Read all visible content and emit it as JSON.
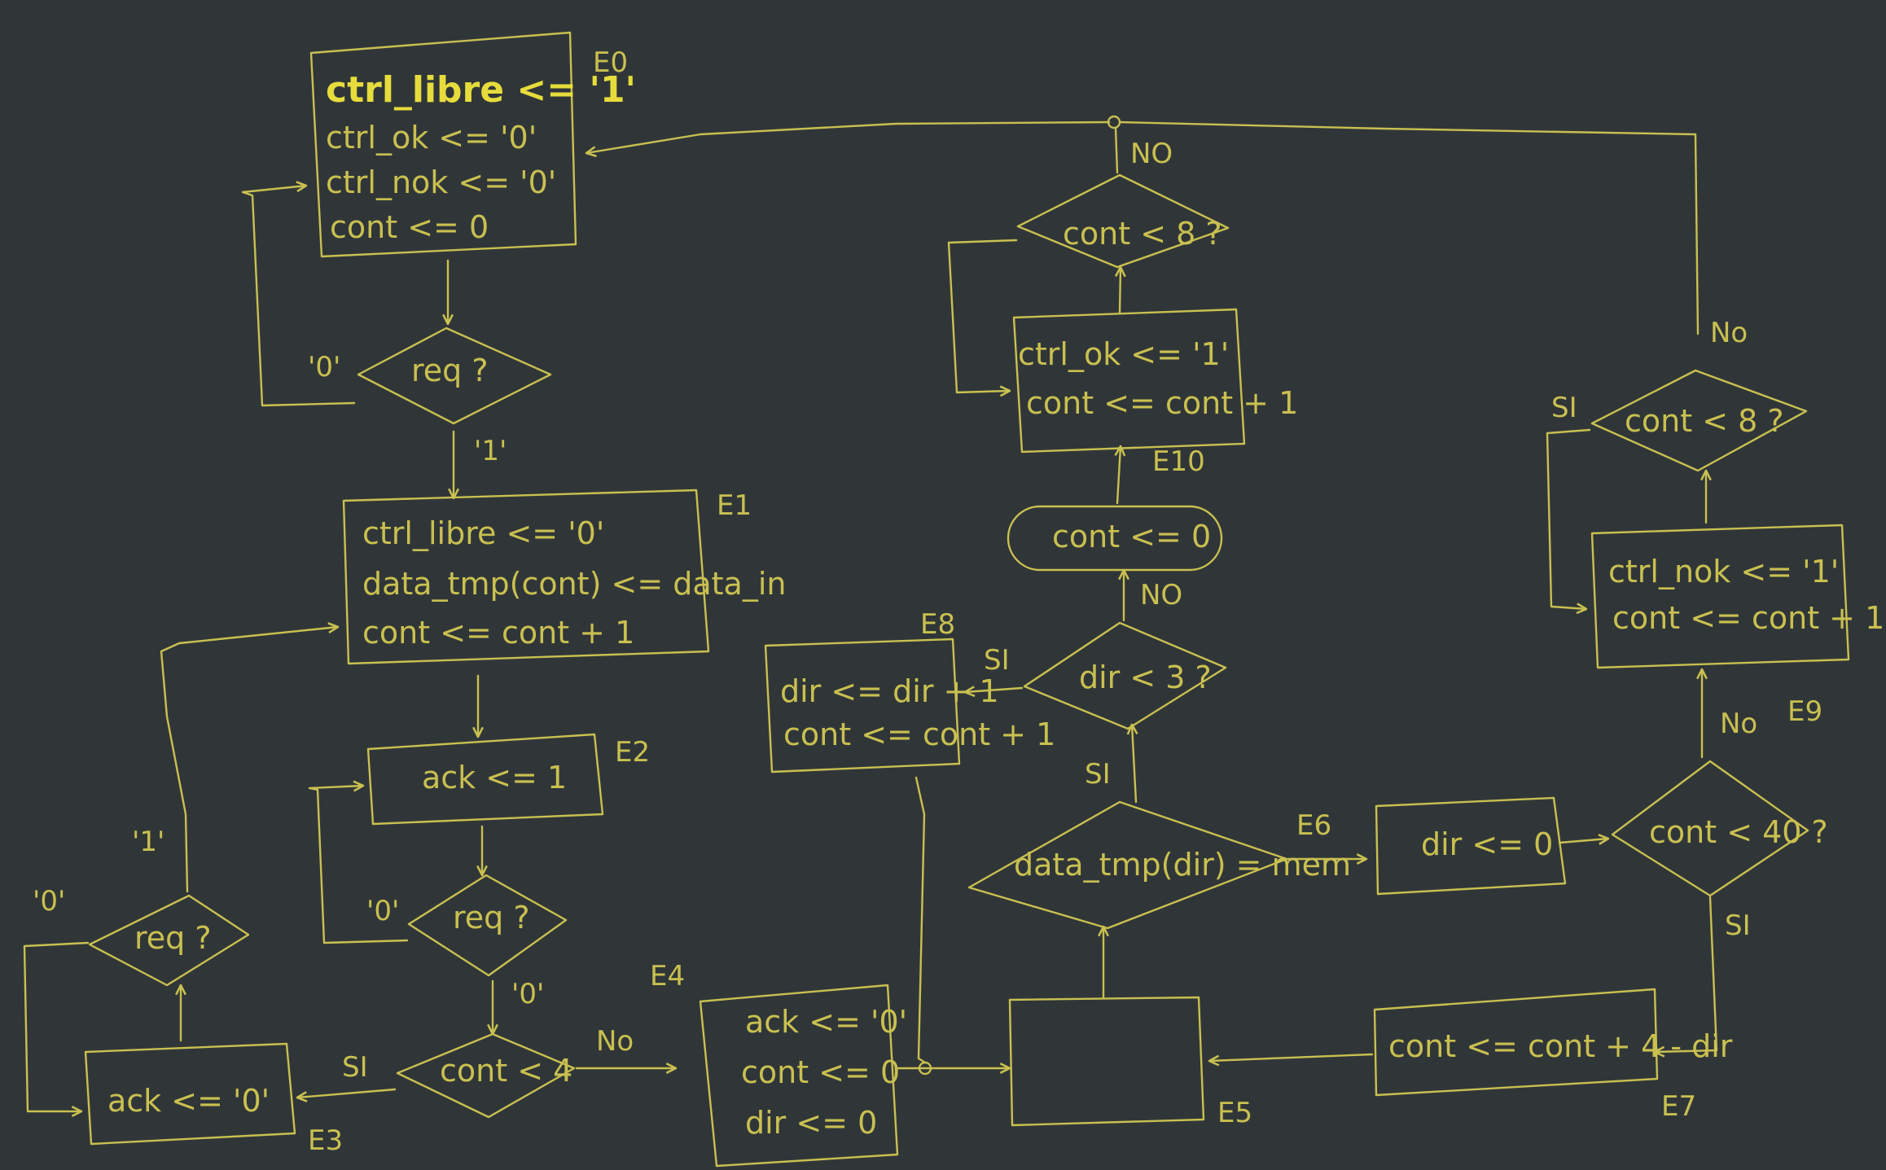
{
  "states": {
    "e0": {
      "tag": "E0",
      "line1": "ctrl_libre <= '1'",
      "line2": "ctrl_ok <= '0'",
      "line3": "ctrl_nok <= '0'",
      "line4": "cont <= 0"
    },
    "e1": {
      "tag": "E1",
      "line1": "ctrl_libre <= '0'",
      "line2": "data_tmp(cont) <= data_in",
      "line3": "cont <= cont + 1"
    },
    "e2": {
      "tag": "E2",
      "line1": "ack <= 1"
    },
    "e3": {
      "tag": "E3",
      "line1": "ack <= '0'"
    },
    "e4": {
      "tag": "E4",
      "line1": "ack <= '0'",
      "line2": "cont <= 0",
      "line3": "dir <= 0"
    },
    "e5": {
      "tag": "E5"
    },
    "e6": {
      "tag": "E6",
      "line1": "dir <= 0"
    },
    "e7": {
      "tag": "E7",
      "line1": "cont <= cont + 4 - dir"
    },
    "e8": {
      "tag": "E8",
      "line1": "dir <= dir + 1",
      "line2": "cont <= cont + 1"
    },
    "e9": {
      "tag": "E9",
      "line1": "ctrl_nok <= '1'",
      "line2": "cont <= cont + 1"
    },
    "e10": {
      "tag": "E10",
      "line1": "ctrl_ok <= '1'",
      "line2": "cont <= cont + 1"
    },
    "cont_reset": {
      "line1": "cont <= 0"
    }
  },
  "decisions": {
    "req_top": "req ?",
    "req_mid": "req ?",
    "req_left": "req ?",
    "cont4": "cont < 4",
    "data_cmp": "data_tmp(dir) = mem",
    "dir3": "dir < 3 ?",
    "cont8_mid": "cont < 8 ?",
    "cont8_right": "cont < 8 ?",
    "cont40": "cont < 40 ?"
  },
  "labels": {
    "zero": "'0'",
    "one": "'1'",
    "si": "SI",
    "no": "NO",
    "no_alt": "No"
  },
  "colors": {
    "background": "#303638",
    "ink": "#c9c050",
    "highlight": "#e6dc3c"
  }
}
